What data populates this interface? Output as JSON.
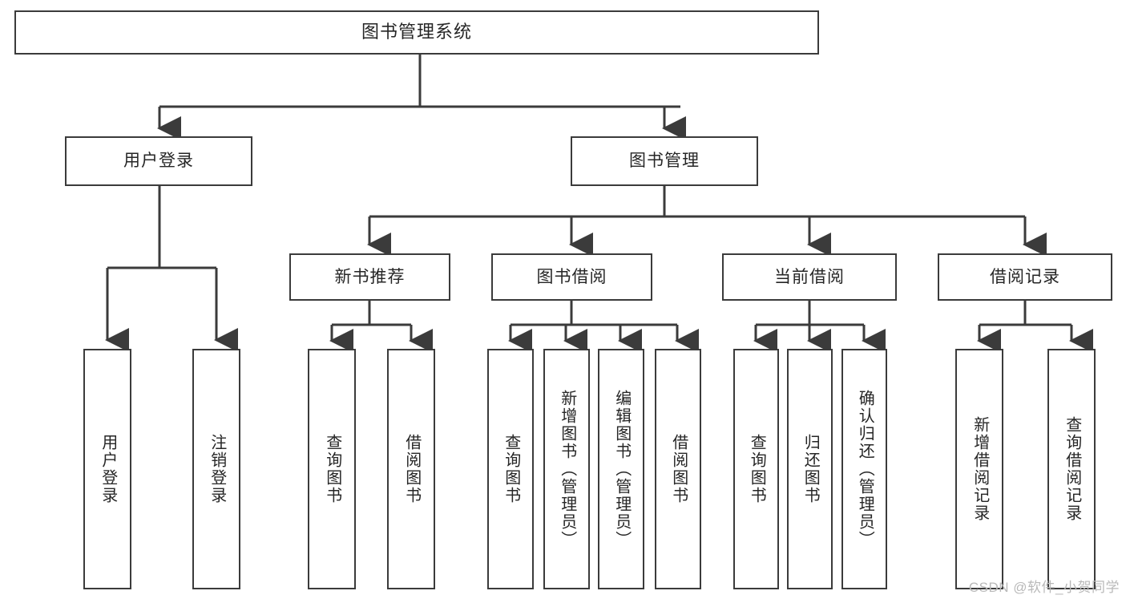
{
  "diagram": {
    "title": "图书管理系统",
    "type": "tree-hierarchy",
    "root": {
      "label": "图书管理系统",
      "children": [
        {
          "label": "用户登录",
          "children": [
            {
              "label": "用户登录"
            },
            {
              "label": "注销登录"
            }
          ]
        },
        {
          "label": "图书管理",
          "children": [
            {
              "label": "新书推荐",
              "children": [
                {
                  "label": "查询图书"
                },
                {
                  "label": "借阅图书"
                }
              ]
            },
            {
              "label": "图书借阅",
              "children": [
                {
                  "label": "查询图书"
                },
                {
                  "label": "新增图书（管理员）"
                },
                {
                  "label": "编辑图书（管理员）"
                },
                {
                  "label": "借阅图书"
                }
              ]
            },
            {
              "label": "当前借阅",
              "children": [
                {
                  "label": "查询图书"
                },
                {
                  "label": "归还图书"
                },
                {
                  "label": "确认归还（管理员）"
                }
              ]
            },
            {
              "label": "借阅记录",
              "children": [
                {
                  "label": "新增借阅记录"
                },
                {
                  "label": "查询借阅记录"
                }
              ]
            }
          ]
        }
      ]
    },
    "nodes": {
      "root": "图书管理系统",
      "l2_user_login": "用户登录",
      "l2_book_mgmt": "图书管理",
      "l3_new_book_rec": "新书推荐",
      "l3_book_borrow": "图书借阅",
      "l3_current_borrow": "当前借阅",
      "l3_borrow_record": "借阅记录",
      "leaf_user_login": "用户登录",
      "leaf_logout": "注销登录",
      "leaf_query_book_a": "查询图书",
      "leaf_borrow_book_a": "借阅图书",
      "leaf_query_book_b": "查询图书",
      "leaf_add_book_admin": "新增图书（管理员）",
      "leaf_edit_book_admin": "编辑图书（管理员）",
      "leaf_borrow_book_b": "借阅图书",
      "leaf_query_book_c": "查询图书",
      "leaf_return_book": "归还图书",
      "leaf_confirm_return_admin": "确认归还（管理员）",
      "leaf_add_borrow_record": "新增借阅记录",
      "leaf_query_borrow_record": "查询借阅记录"
    },
    "watermark": "CSDN @软件_小贺同学",
    "colors": {
      "border": "#3b3b3b",
      "text": "#262626",
      "background": "#ffffff",
      "watermark": "#b9b9b9"
    }
  }
}
